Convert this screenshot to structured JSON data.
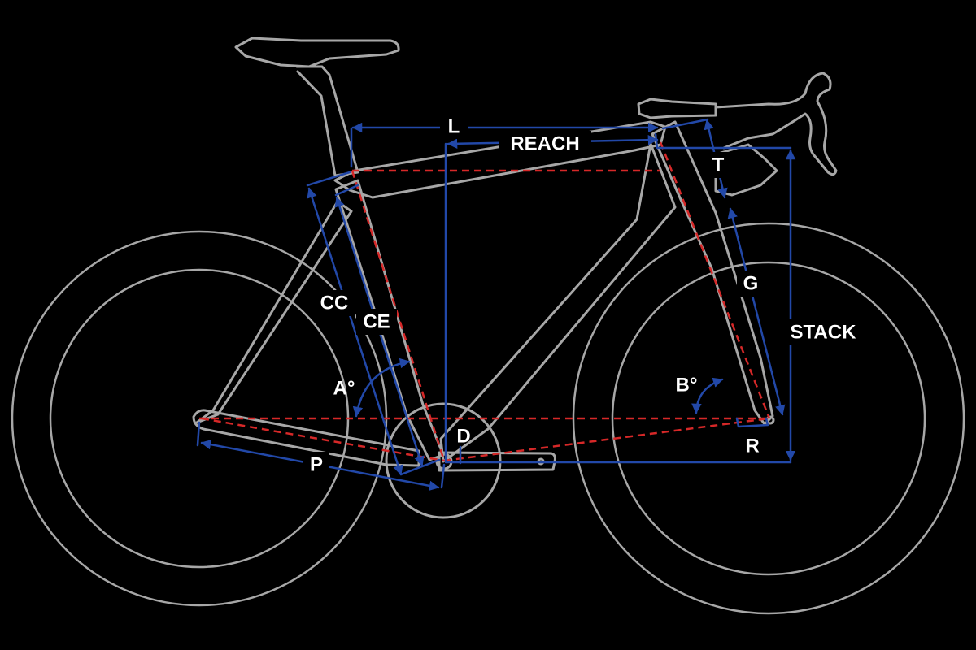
{
  "colors": {
    "background": "#000000",
    "frame": "#a7a7a7",
    "dimension": "#2248a8",
    "guide": "#d62828",
    "label": "#ffffff"
  },
  "labels": {
    "l": "L",
    "reach": "REACH",
    "t": "T",
    "g": "G",
    "stack": "STACK",
    "cc": "CC",
    "ce": "CE",
    "a_angle": "A°",
    "b_angle": "B°",
    "d": "D",
    "p": "P",
    "r": "R"
  }
}
